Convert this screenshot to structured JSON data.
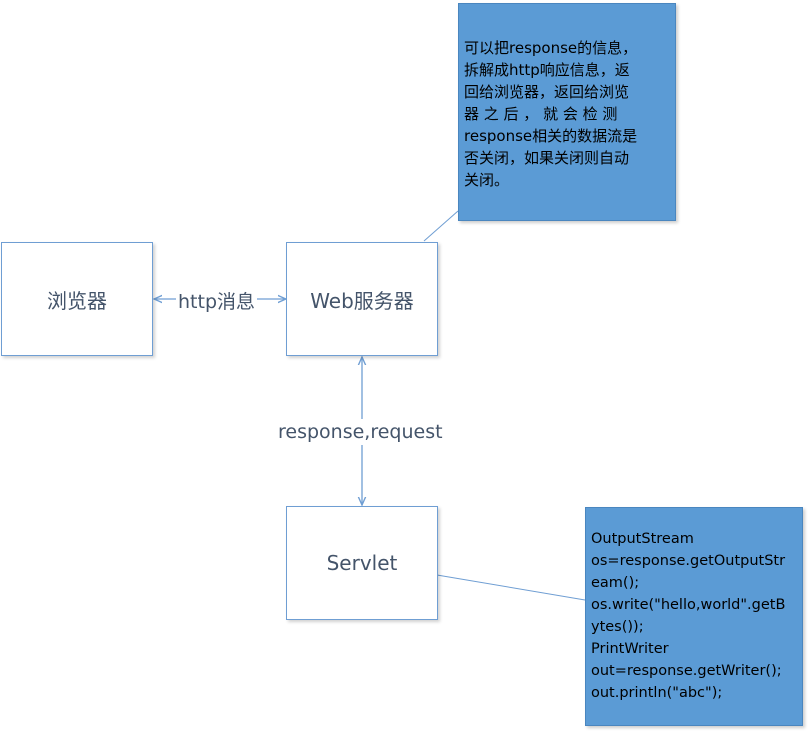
{
  "nodes": {
    "browser": "浏览器",
    "web_server": "Web服务器",
    "servlet": "Servlet"
  },
  "edges": {
    "browser_server": "http消息",
    "server_servlet": "response,request"
  },
  "colors": {
    "node_border": "#6f9ed3",
    "callout_fill": "#5b9bd5",
    "connector": "#6f9ed3",
    "label_text": "#44546a"
  },
  "callouts": {
    "server_note": [
      "可以把response的信息，",
      "拆解成http响应信息，返",
      "回给浏览器，返回给浏览",
      "器 之 后 ， 就 会 检 测",
      "response相关的数据流是",
      "否关闭，如果关闭则自动",
      "关闭。"
    ],
    "servlet_note": [
      "OutputStream",
      "os=response.getOutputStr",
      "eam();",
      "os.write(\"hello,world\".getB",
      "ytes());",
      "PrintWriter",
      "out=response.getWriter();",
      "out.println(\"abc\");"
    ]
  }
}
